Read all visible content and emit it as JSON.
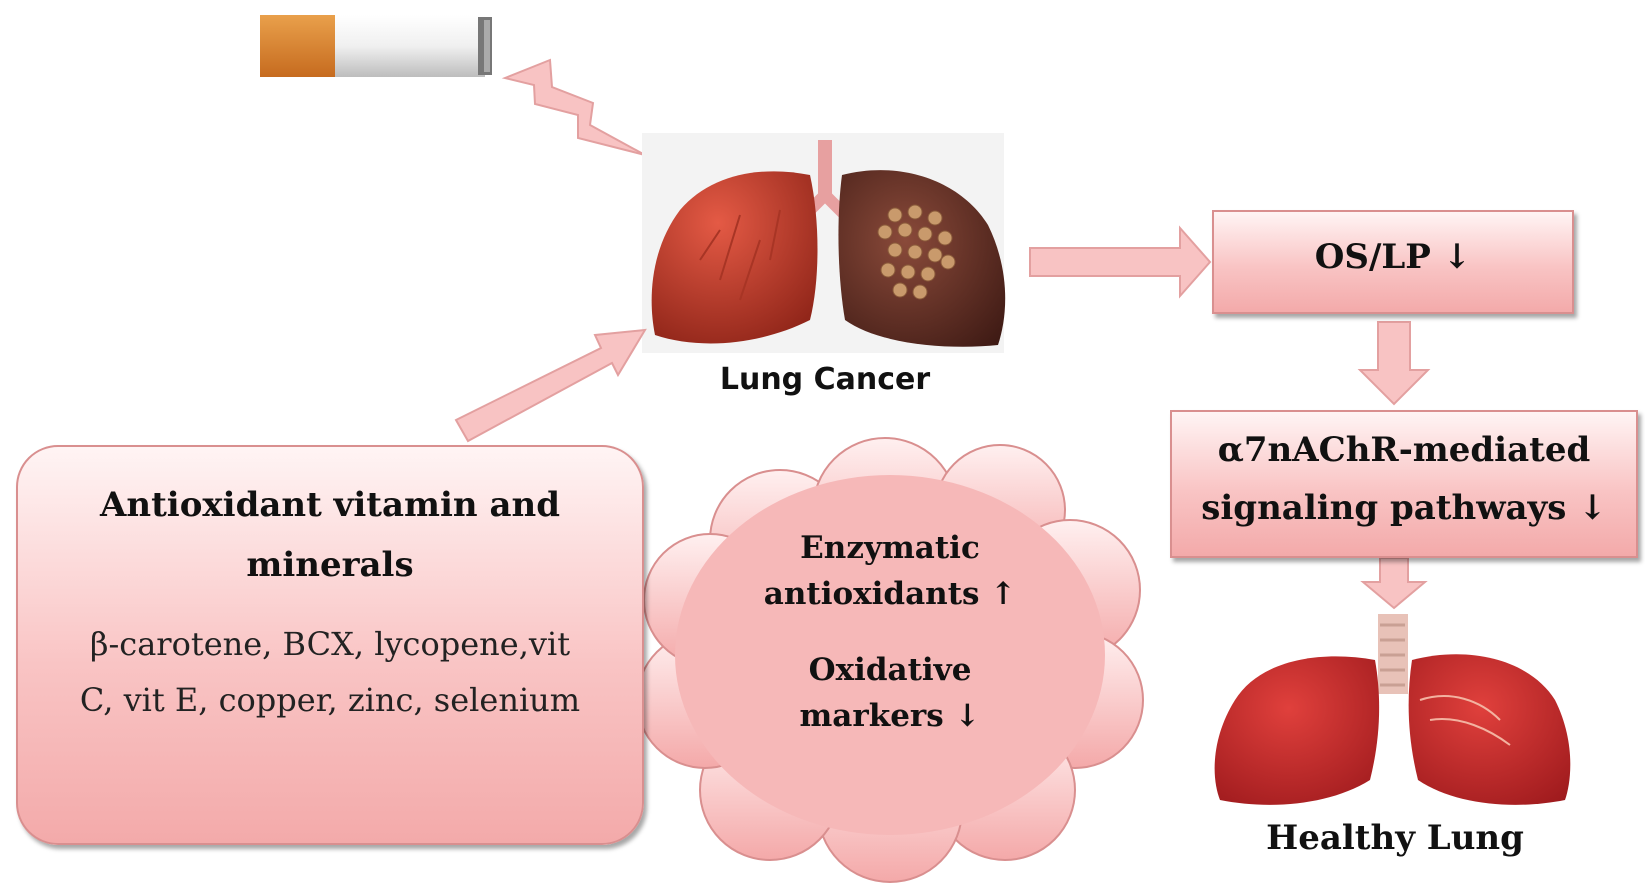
{
  "labels": {
    "lung_cancer": "Lung Cancer",
    "healthy_lung": "Healthy Lung",
    "os_lp": "OS/LP ↓",
    "receptor_line1": "α7nAChR-mediated",
    "receptor_line2": "signaling pathways ↓",
    "antioxidant_title_line1": "Antioxidant vitamin and",
    "antioxidant_title_line2": "minerals",
    "antioxidant_list_line1": "β-carotene, BCX, lycopene,vit",
    "antioxidant_list_line2": "C, vit E, copper, zinc, selenium",
    "cloud_line1": "Enzymatic",
    "cloud_line2": "antioxidants  ↑",
    "cloud_line3": "Oxidative",
    "cloud_line4": "markers ↓"
  },
  "colors": {
    "box_fill_top": "#fff4f4",
    "box_fill_bottom": "#f3aaaa",
    "box_border": "#d98f8f",
    "arrow_fill": "#f8c3c3",
    "cancer_lung": "#5e2a22",
    "healthy_lung": "#c8262b"
  }
}
